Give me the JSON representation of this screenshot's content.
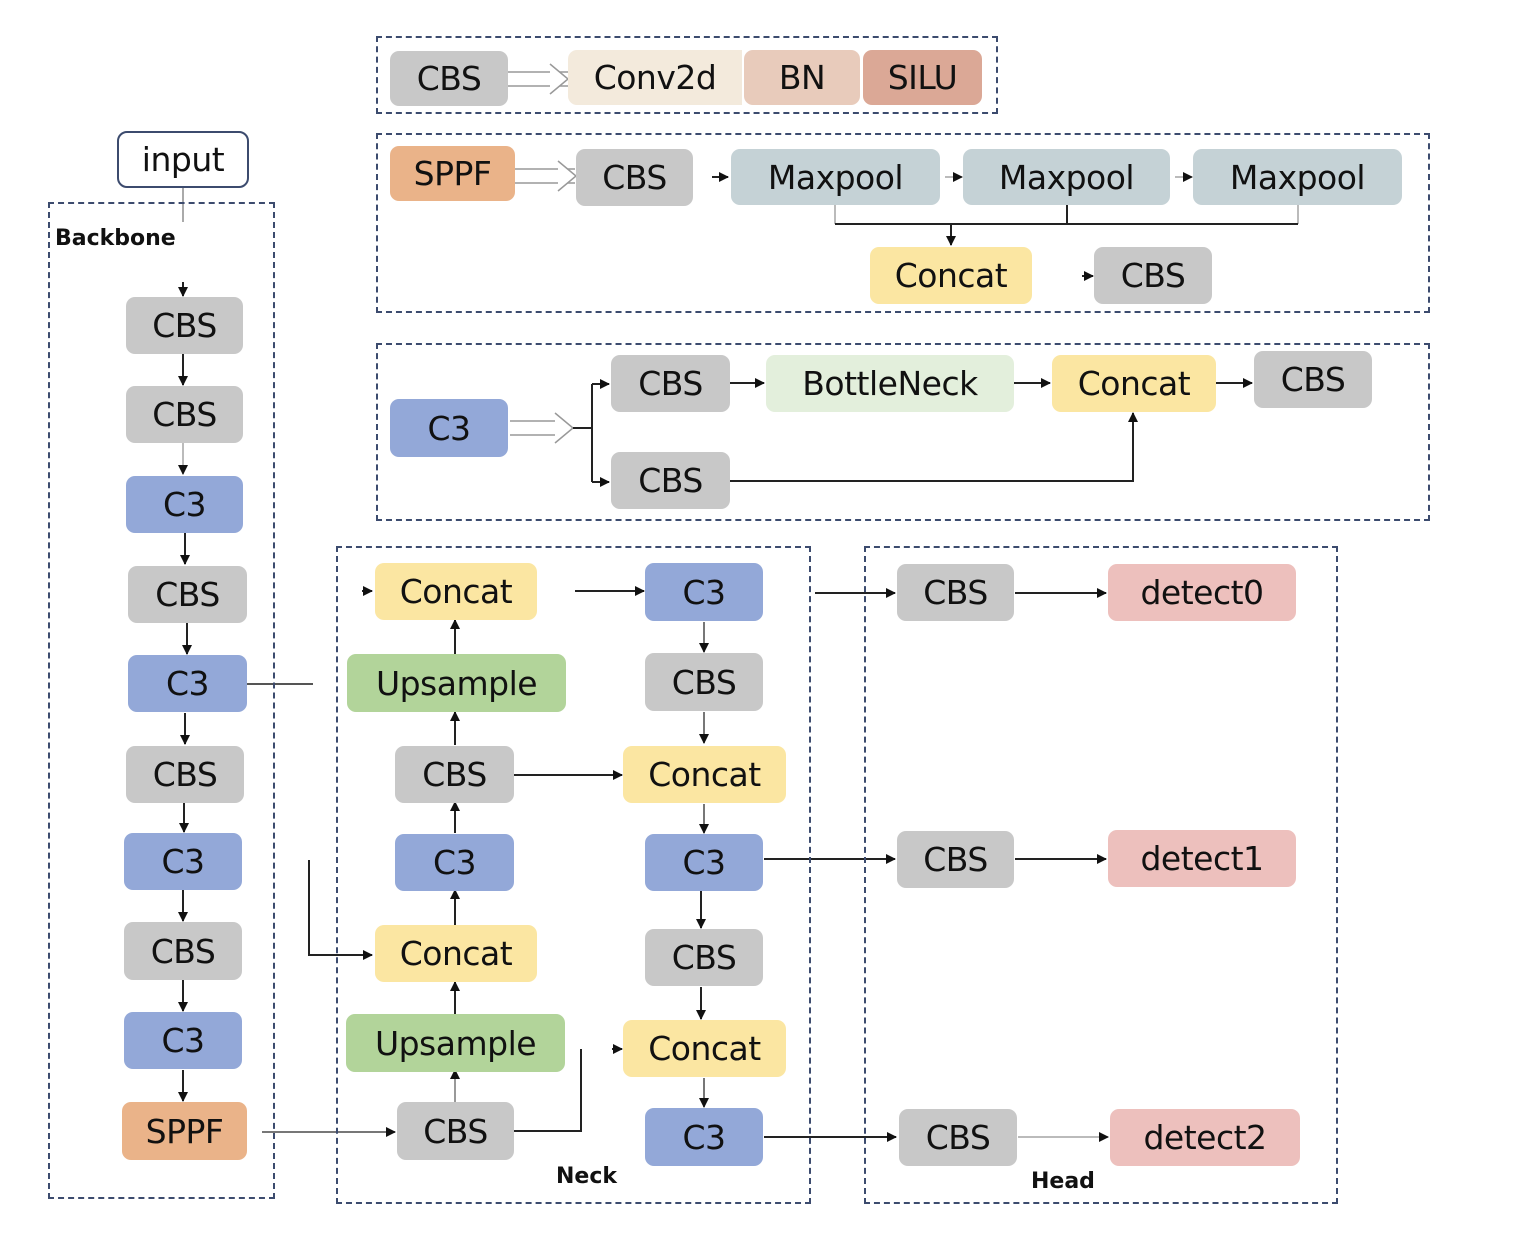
{
  "diagram": {
    "title_partial": "",
    "groups": {
      "backbone": "Backbone",
      "neck": "Neck",
      "head": "Head"
    },
    "legend": {
      "cbs": {
        "name": "CBS",
        "parts": [
          "Conv2d",
          "BN",
          "SILU"
        ]
      },
      "sppf": {
        "name": "SPPF",
        "stages": [
          "CBS",
          "Maxpool",
          "Maxpool",
          "Maxpool"
        ],
        "merge": "Concat",
        "out": "CBS"
      },
      "c3": {
        "name": "C3",
        "branch_top": [
          "CBS",
          "BottleNeck",
          "Concat",
          "CBS"
        ],
        "branch_bottom": "CBS"
      }
    },
    "input": "input",
    "backbone_nodes": [
      "CBS",
      "CBS",
      "C3",
      "CBS",
      "C3",
      "CBS",
      "C3",
      "CBS",
      "C3",
      "SPPF"
    ],
    "neck": {
      "left_column": [
        "Concat",
        "Upsample",
        "CBS",
        "C3",
        "Concat",
        "Upsample",
        "CBS"
      ],
      "right_column": [
        "C3",
        "CBS",
        "Concat",
        "C3",
        "CBS",
        "Concat",
        "C3"
      ]
    },
    "head": {
      "cbs": [
        "CBS",
        "CBS",
        "CBS"
      ],
      "outputs": [
        "detect0",
        "detect1",
        "detect2"
      ]
    },
    "colors": {
      "CBS": "#c8c8c8",
      "C3": "#93a8d8",
      "Concat": "#fbe6a2",
      "Upsample": "#b2d49a",
      "SPPF": "#eab389",
      "Maxpool": "#c5d2d6",
      "BottleNeck": "#e3efdc",
      "Conv2d": "#f3eadc",
      "BN": "#e8cbbb",
      "SILU": "#dba896",
      "detect": "#edc0bd",
      "group_border": "#3c4b6e"
    }
  }
}
